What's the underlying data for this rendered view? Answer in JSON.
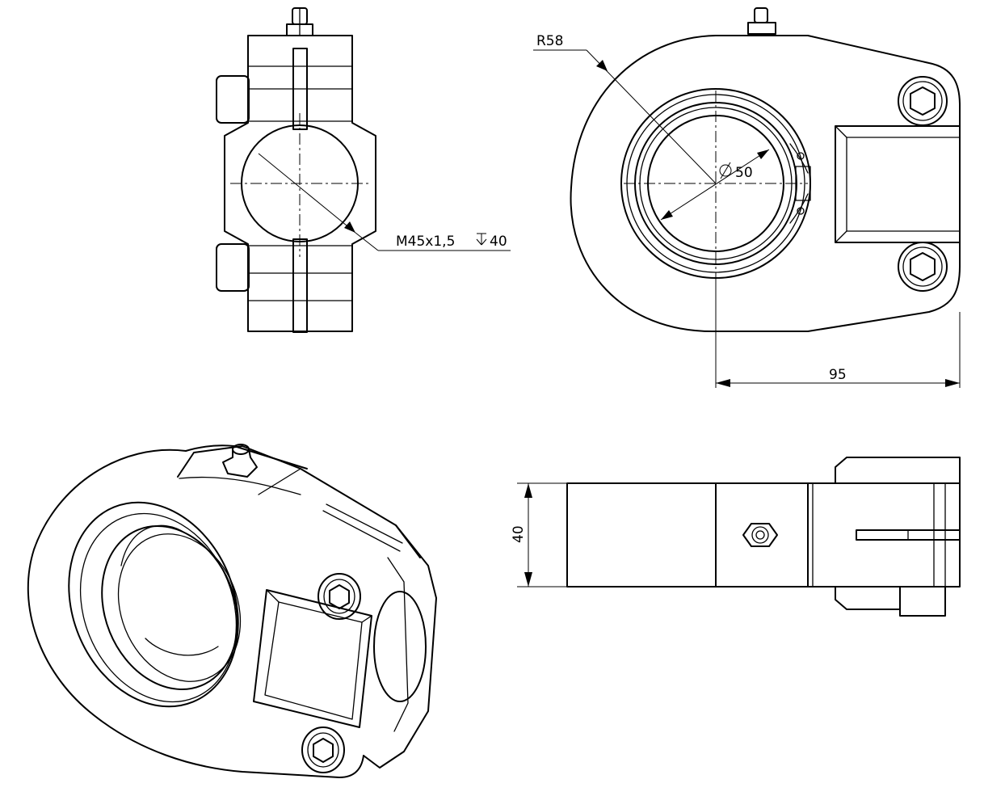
{
  "drawing": {
    "dimensions": {
      "thread_callout": "M45x1,5",
      "thread_depth": "40",
      "radius": "R58",
      "diameter": "50",
      "width": "95",
      "height": "40"
    },
    "symbols": {
      "depth_symbol": "depth-symbol",
      "diameter_symbol": "diameter-symbol"
    },
    "colors": {
      "line": "#000000",
      "background": "#ffffff"
    }
  }
}
